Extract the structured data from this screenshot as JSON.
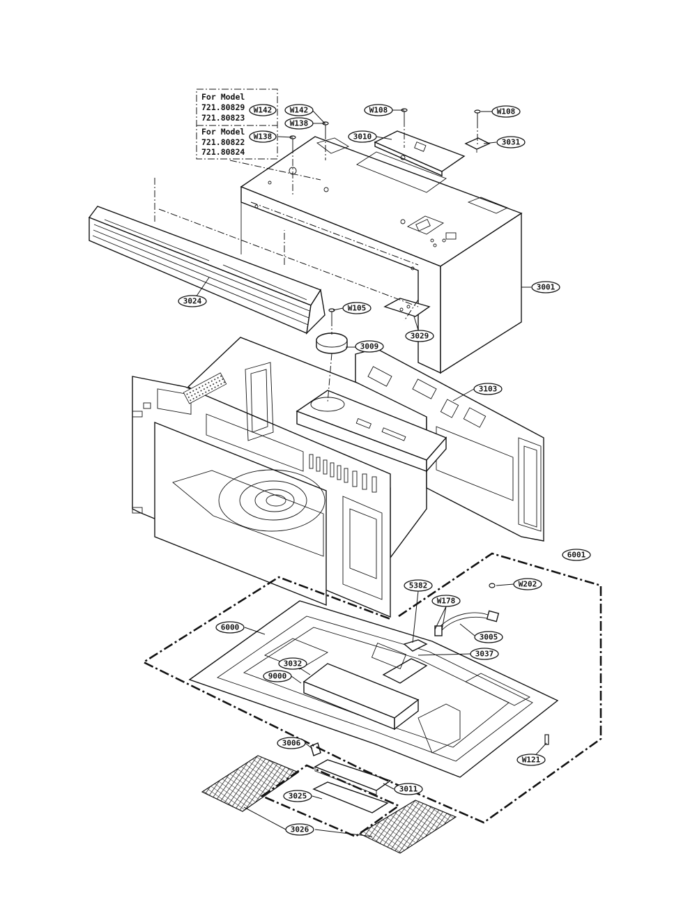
{
  "model_notes": [
    {
      "heading": "For Model",
      "models": [
        "721.80829",
        "721.80823"
      ],
      "part": "W142"
    },
    {
      "heading": "For Model",
      "models": [
        "721.80822",
        "721.80824"
      ],
      "part": "W138"
    }
  ],
  "callouts": {
    "w142_note": "W142",
    "w142": "W142",
    "w138_note": "W138",
    "w138": "W138",
    "w108_a": "W108",
    "w108_b": "W108",
    "p3010": "3010",
    "p3031": "3031",
    "p3001": "3001",
    "p3024": "3024",
    "w105": "W105",
    "p3009": "3009",
    "p3029": "3029",
    "p3103": "3103",
    "p6001": "6001",
    "p5382": "5382",
    "w202": "W202",
    "w178": "W178",
    "p6000": "6000",
    "p3005": "3005",
    "p3037": "3037",
    "p3032": "3032",
    "p9000": "9000",
    "p3006": "3006",
    "w121": "W121",
    "p3011": "3011",
    "p3025": "3025",
    "p3026": "3026"
  }
}
